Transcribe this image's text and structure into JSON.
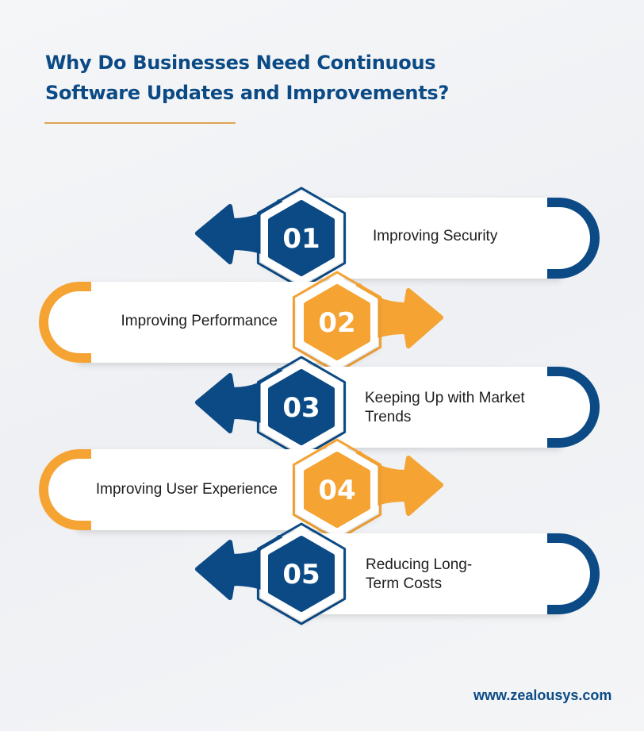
{
  "title": {
    "line1": "Why Do Businesses Need Continuous",
    "line2": "Software Updates and Improvements?"
  },
  "colors": {
    "blue": "#0b4a85",
    "orange": "#f5a332",
    "underline": "#dea553"
  },
  "steps": [
    {
      "number": "01",
      "label": "Improving Security",
      "color": "blue"
    },
    {
      "number": "02",
      "label": "Improving Performance",
      "color": "orange"
    },
    {
      "number": "03",
      "label": "Keeping Up with Market Trends",
      "color": "blue"
    },
    {
      "number": "04",
      "label": "Improving User Experience",
      "color": "orange"
    },
    {
      "number": "05",
      "label": "Reducing Long-Term Costs",
      "color": "blue"
    }
  ],
  "footer": {
    "website": "www.zealousys.com"
  }
}
